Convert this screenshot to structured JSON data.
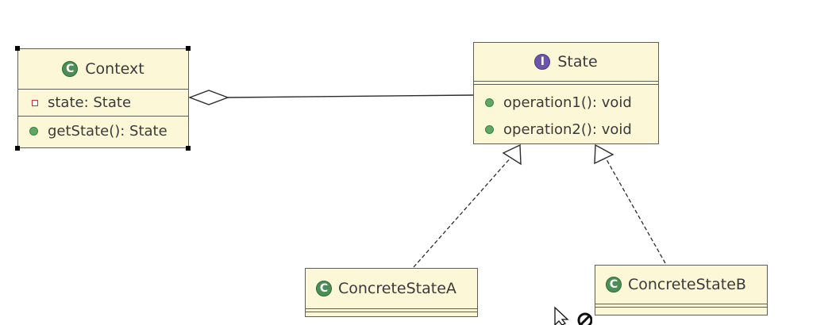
{
  "classes": {
    "context": {
      "name": "Context",
      "stereotype_icon": "class-icon",
      "attributes": [
        {
          "visibility": "private",
          "icon": "private-field-icon",
          "text": "state: State"
        }
      ],
      "operations": [
        {
          "visibility": "public",
          "icon": "public-method-icon",
          "text": "getState(): State"
        }
      ],
      "selected": true
    },
    "state": {
      "name": "State",
      "stereotype_icon": "interface-icon",
      "attributes": [],
      "operations": [
        {
          "visibility": "public",
          "icon": "public-method-icon",
          "text": "operation1(): void"
        },
        {
          "visibility": "public",
          "icon": "public-method-icon",
          "text": "operation2(): void"
        }
      ]
    },
    "concrete_a": {
      "name": "ConcreteStateA",
      "stereotype_icon": "class-icon",
      "attributes": [],
      "operations": []
    },
    "concrete_b": {
      "name": "ConcreteStateB",
      "stereotype_icon": "class-icon",
      "attributes": [],
      "operations": []
    }
  },
  "relationships": [
    {
      "type": "aggregation",
      "from": "Context",
      "to": "State"
    },
    {
      "type": "realization",
      "from": "ConcreteStateA",
      "to": "State"
    },
    {
      "type": "realization",
      "from": "ConcreteStateB",
      "to": "State"
    }
  ],
  "colors": {
    "class_fill": "#fcf8d7",
    "class_border": "#5f5f5a",
    "class_icon": "#4c8f56",
    "interface_icon": "#6b55a8",
    "public_icon": "#5ea864",
    "private_icon": "#c2373c"
  },
  "cursor": {
    "icon": "arrow-cursor-icon",
    "badge": "no-drop-icon"
  }
}
